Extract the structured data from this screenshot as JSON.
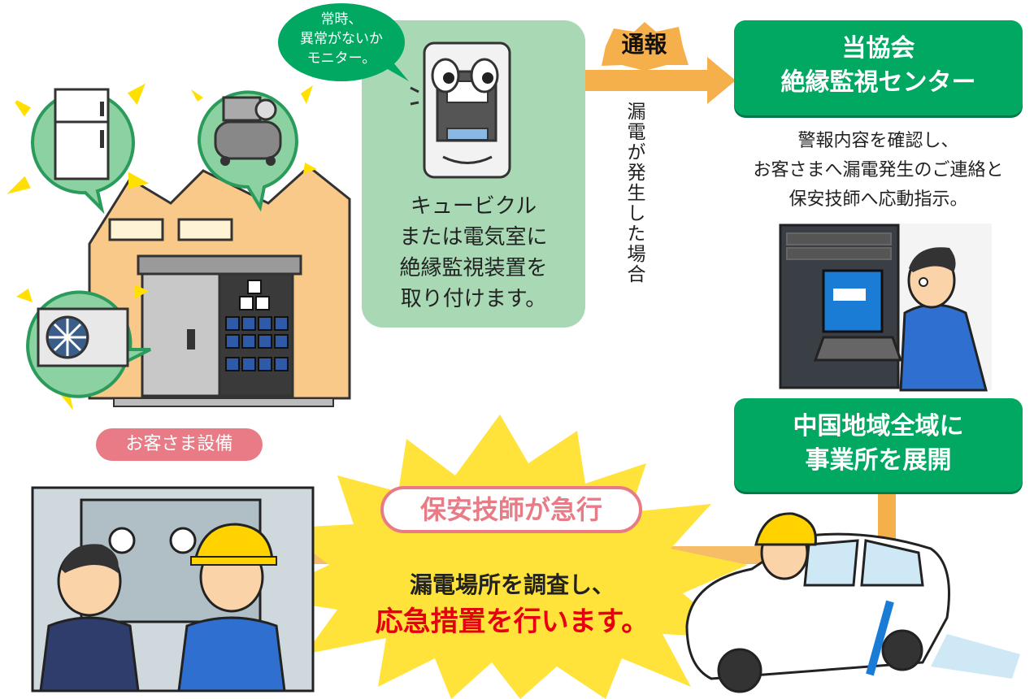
{
  "speech_bubble": {
    "lines": [
      "常時、",
      "異常がないか",
      "モニター。"
    ]
  },
  "device_panel": {
    "lines": [
      "キュービクル",
      "または電気室に",
      "絶縁監視装置を",
      "取り付けます。"
    ]
  },
  "notify_badge": {
    "label": "通報"
  },
  "vertical_note": {
    "text": "漏電が発生した場合"
  },
  "center_box": {
    "line1": "当協会",
    "line2": "絶縁監視センター"
  },
  "center_desc": {
    "lines": [
      "警報内容を確認し、",
      "お客さまへ漏電発生のご連絡と",
      "保安技師へ応動指示。"
    ]
  },
  "customer_label": {
    "text": "お客さま設備"
  },
  "office_box": {
    "line1": "中国地域全域に",
    "line2": "事業所を展開"
  },
  "engineer_badge": {
    "label": "保安技師が急行"
  },
  "action_text": {
    "line1": "漏電場所を調査し、",
    "line2": "応急措置を行います。"
  },
  "colors": {
    "green": "#00a862",
    "light_green": "#a8d9b4",
    "orange": "#f6b04b",
    "building": "#f9c98a",
    "pink": "#e87b86",
    "yellow_burst": "#ffe33a",
    "red_text": "#e60012"
  },
  "icons": [
    "refrigerator-icon",
    "compressor-icon",
    "air-conditioner-icon",
    "monitor-device-icon",
    "building-icon",
    "operator-icon",
    "car-icon",
    "workers-icon"
  ]
}
